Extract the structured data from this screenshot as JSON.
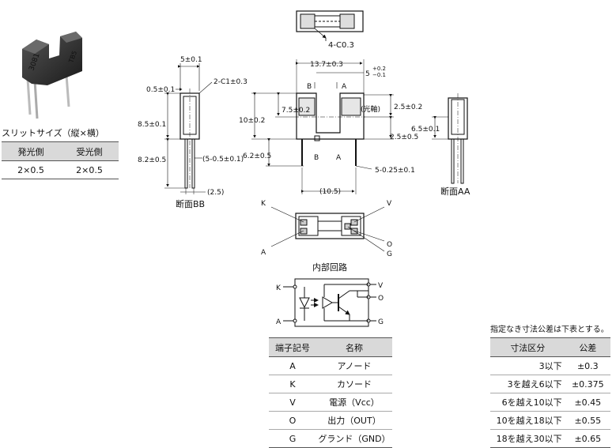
{
  "slit": {
    "title": "スリットサイズ（縦×横）",
    "headers": [
      "発光側",
      "受光側"
    ],
    "values": [
      "2×0.5",
      "2×0.5"
    ]
  },
  "photo": {
    "marking": "3081",
    "marking2": "TB5"
  },
  "dims": {
    "chamfer4": "4-C0.3",
    "width": "13.7±0.3",
    "gap": "5",
    "gap_tol_up": "+0.2",
    "gap_tol_dn": "−0.1",
    "bb_width": "5±0.1",
    "c1": "2-C1±0.3",
    "wall": "0.5±0.1",
    "h85": "8.5±0.1",
    "h82": "8.2±0.5",
    "lead_w": "(5-0.5±0.1)",
    "pitch25": "(2.5)",
    "h75": "7.5±0.2",
    "h10": "10±0.2",
    "h62": "6.2±0.5",
    "h25a": "2.5±0.2",
    "h25b": "2.5±0.5",
    "axis": "(光軸)",
    "lead025": "5-0.25±0.1",
    "pitch105": "(10.5)",
    "h65": "6.5±0.1",
    "sec_B": "B",
    "sec_A": "A"
  },
  "views": {
    "section_bb": "断面BB",
    "section_aa": "断面AA",
    "circuit_title": "内部回路"
  },
  "pins_top": {
    "K": "K",
    "V": "V",
    "A": "A",
    "O": "O",
    "G": "G"
  },
  "circuit": {
    "K": "K",
    "A": "A",
    "V": "V",
    "O": "O",
    "G": "G"
  },
  "terminal_table": {
    "headers": [
      "端子記号",
      "名称"
    ],
    "rows": [
      [
        "A",
        "アノード"
      ],
      [
        "K",
        "カソード"
      ],
      [
        "V",
        "電源（Vcc）"
      ],
      [
        "O",
        "出力（OUT）"
      ],
      [
        "G",
        "グランド（GND）"
      ]
    ]
  },
  "tolerance": {
    "note": "指定なき寸法公差は下表とする。",
    "headers": [
      "寸法区分",
      "公差"
    ],
    "rows": [
      [
        "3以下",
        "±0.3"
      ],
      [
        "3を越え6以下",
        "±0.375"
      ],
      [
        "6を越え10以下",
        "±0.45"
      ],
      [
        "10を越え18以下",
        "±0.55"
      ],
      [
        "18を越え30以下",
        "±0.65"
      ]
    ]
  }
}
